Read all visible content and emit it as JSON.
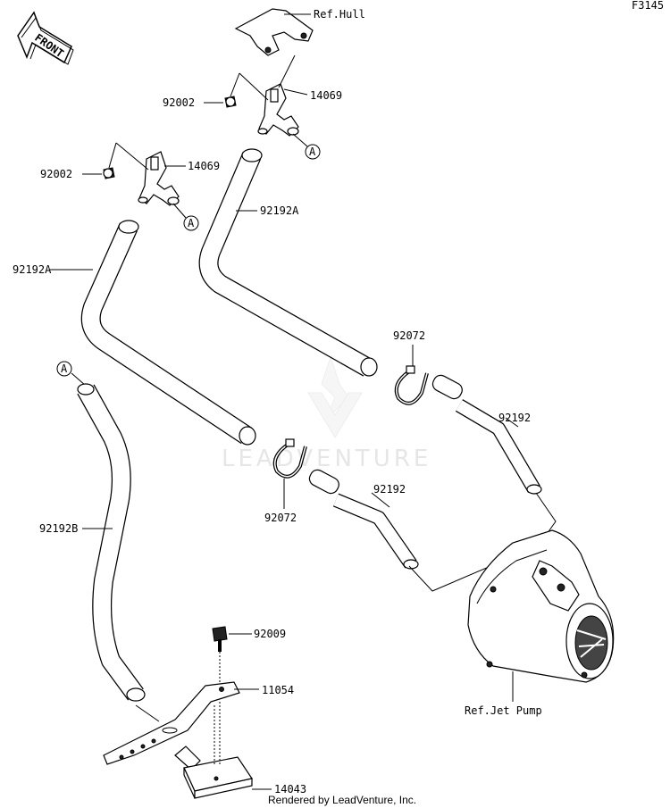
{
  "figure_id": "F3145",
  "front_label": "FRONT",
  "watermark": "LEADVENTURE",
  "footer": "Rendered by LeadVenture, Inc.",
  "callout_A": "A",
  "labels": {
    "ref_hull": "Ref.Hull",
    "ref_jet_pump": "Ref.Jet Pump",
    "p14069_upper": "14069",
    "p14069_lower": "14069",
    "p92002_upper": "92002",
    "p92002_lower": "92002",
    "p92192A_right": "92192A",
    "p92192A_left": "92192A",
    "p92192B": "92192B",
    "p92072_right": "92072",
    "p92072_left": "92072",
    "p92192_right": "92192",
    "p92192_center": "92192",
    "p92009": "92009",
    "p11054": "11054",
    "p14043": "14043"
  }
}
